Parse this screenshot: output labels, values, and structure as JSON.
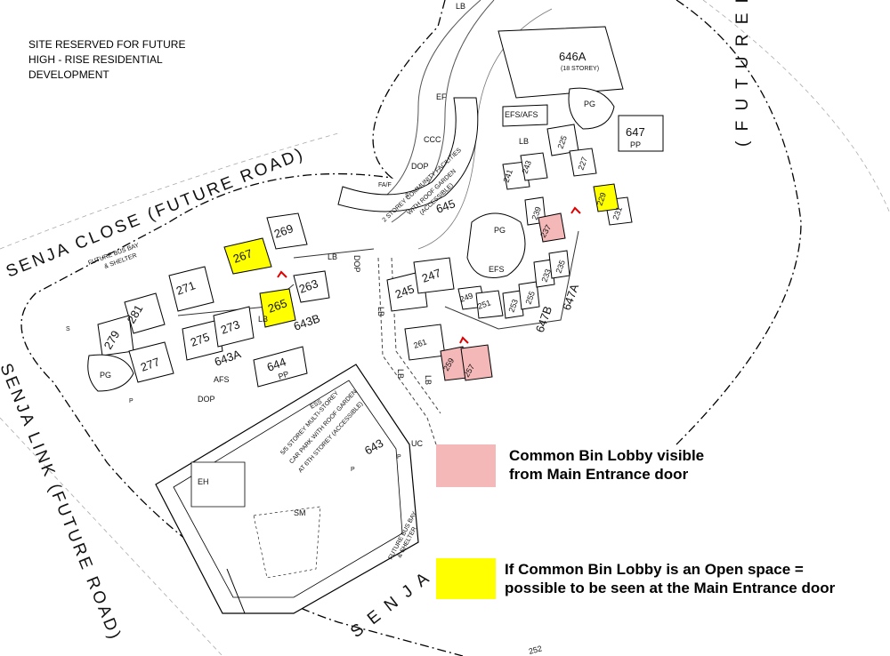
{
  "site_note": {
    "line1": "SITE RESERVED FOR FUTURE",
    "line2": "HIGH - RISE RESIDENTIAL",
    "line3": "DEVELOPMENT"
  },
  "roads": {
    "senja_close": "SENJA CLOSE (FUTURE ROAD)",
    "senja_link": "SENJA LINK (FUTURE ROAD)",
    "senja": "S E N J A",
    "future_right": "( F U T U R E  R"
  },
  "highlight_colors": {
    "visible_from_entrance": "#f5b8b8",
    "open_space_possible": "#ffff00"
  },
  "blocks": {
    "yellow": [
      "267",
      "265",
      "229"
    ],
    "pink": [
      "237",
      "259",
      "257"
    ],
    "plain": [
      "269",
      "263",
      "271",
      "281",
      "279",
      "277",
      "275",
      "273",
      "245",
      "247",
      "261",
      "249",
      "251",
      "253",
      "255",
      "233",
      "235",
      "241",
      "243",
      "239",
      "225",
      "227",
      "231"
    ]
  },
  "map_labels": {
    "b643b": "643B",
    "b643a": "643A",
    "b644": "644",
    "pp": "PP",
    "b643": "643",
    "b645": "645",
    "b646a": "646A",
    "storey_18": "(18 STOREY)",
    "b647": "647",
    "b647a": "647A",
    "b647b": "647B",
    "pg": "PG",
    "efs": "EFS",
    "efs_afs": "EFS/AFS",
    "afs": "AFS",
    "lb": "LB",
    "dop": "DOP",
    "ef": "EF",
    "ccc": "CCC",
    "fa_f": "FA/F",
    "s": "S",
    "eh": "EH",
    "ess": "ESS",
    "uc": "UC",
    "p": "P",
    "sm": "SM",
    "community": "2 STOREY COMMUNITY FACILITIES",
    "community2": "WITH ROOF GARDEN",
    "community3": "(ACCESSIBLE)",
    "carpark1": "5/5 STOREY MULTI-STOREY",
    "carpark2": "CAR PARK WITH ROOF GARDEN",
    "carpark3": "AT 6TH STOREY (ACCESSIBLE)",
    "bus_bay1": "FUTURE BUS BAY",
    "bus_bay2": "& SHELTER",
    "bottom_num": "252"
  },
  "legend": {
    "pink_label_line1": "Common Bin Lobby visible",
    "pink_label_line2": "from Main Entrance door",
    "yellow_label_line1": "If Common Bin Lobby is an Open space =",
    "yellow_label_line2": "possible to be seen at the Main Entrance door"
  }
}
